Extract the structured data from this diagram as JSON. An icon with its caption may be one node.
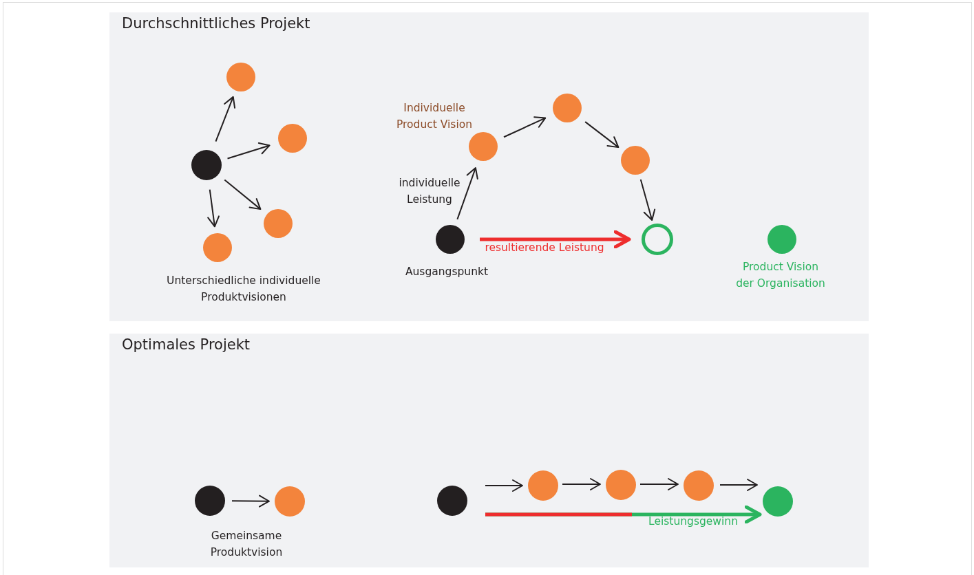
{
  "diagram": {
    "nodes": [
      {
        "text": [
          "Durchschnittliches Projekt"
        ]
      },
      {
        "text": [],
        "shape": "circle",
        "in": 0
      },
      {
        "text": [],
        "shape": "circle",
        "in": 0
      },
      {
        "text": [],
        "shape": "circle",
        "in": 0
      },
      {
        "text": [],
        "shape": "circle",
        "in": 0
      },
      {
        "text": [],
        "shape": "circle",
        "in": 0
      },
      {
        "text": [],
        "shape": "circle",
        "in": 0,
        "beside": [
          "Ausgangspunkt"
        ]
      },
      {
        "text": [],
        "shape": "circle",
        "in": 0,
        "beside": [
          "Individuelle Product Vision"
        ]
      },
      {
        "text": [],
        "shape": "circle",
        "in": 0
      },
      {
        "text": [],
        "shape": "circle",
        "in": 0
      },
      {
        "text": [],
        "shape": "circle",
        "in": 0
      },
      {
        "text": [],
        "shape": "circle",
        "in": 0,
        "beside": [
          "Product Vision der Organisation"
        ]
      },
      {
        "text": [
          "Optimales Projekt"
        ]
      },
      {
        "text": [],
        "shape": "circle",
        "in": 12
      },
      {
        "text": [],
        "shape": "circle",
        "in": 12
      },
      {
        "text": [],
        "shape": "circle",
        "in": 12
      },
      {
        "text": [],
        "shape": "circle",
        "in": 12
      },
      {
        "text": [],
        "shape": "circle",
        "in": 12
      },
      {
        "text": [],
        "shape": "circle",
        "in": 12
      },
      {
        "text": [],
        "shape": "circle",
        "in": 12
      }
    ],
    "edges": [
      {
        "from": 1,
        "to": 2,
        "arrow": "to"
      },
      {
        "from": 1,
        "to": 3,
        "arrow": "to"
      },
      {
        "from": 1,
        "to": 4,
        "arrow": "to"
      },
      {
        "from": 1,
        "to": 5,
        "arrow": "to"
      },
      {
        "from": 6,
        "to": 7,
        "arrow": "to",
        "label": "individuelle Leistung"
      },
      {
        "from": 7,
        "to": 8,
        "arrow": "to"
      },
      {
        "from": 8,
        "to": 9,
        "arrow": "to"
      },
      {
        "from": 9,
        "to": 10,
        "arrow": "to"
      },
      {
        "from": 6,
        "to": 10,
        "arrow": "to",
        "label": "resultierende Leistung",
        "style": "thick",
        "color": "#ee2d2d"
      },
      {
        "from": 13,
        "to": 14,
        "arrow": "to"
      },
      {
        "from": 15,
        "to": 16,
        "arrow": "to"
      },
      {
        "from": 16,
        "to": 17,
        "arrow": "to"
      },
      {
        "from": 17,
        "to": 18,
        "arrow": "to"
      },
      {
        "from": 18,
        "to": 19,
        "arrow": "to"
      },
      {
        "from": 15,
        "to": 19,
        "arrow": "to",
        "label": "Leistungsgewinn",
        "style": "thick",
        "color": "#2bb45f"
      }
    ],
    "labels": [
      "Unterschiedliche individuelle Produktvisionen",
      "Gemeinsame Produktvision"
    ]
  }
}
